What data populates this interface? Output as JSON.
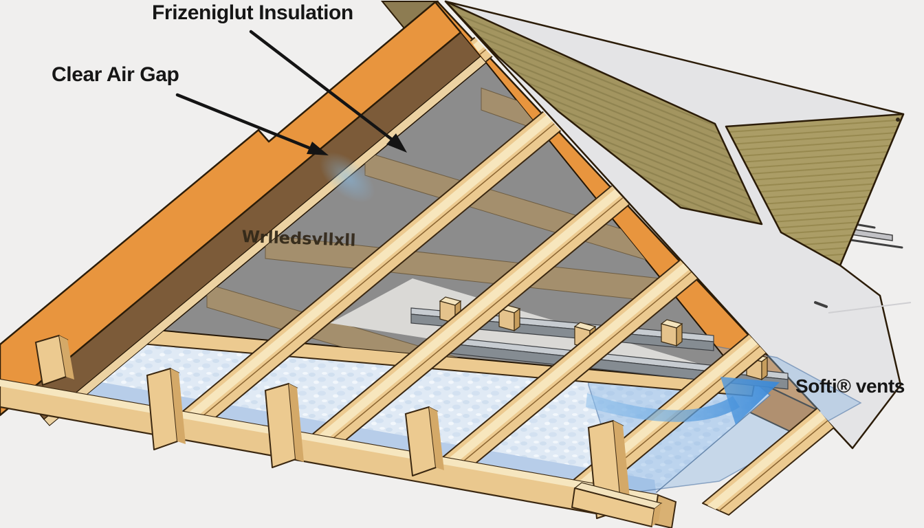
{
  "annotations": {
    "insulation_label": "Frizeniglut Insulation",
    "air_gap_label": "Clear Air Gap",
    "soffit_label": "Softi® vents",
    "membrane_print": "Wrlledsvllxll"
  },
  "colors": {
    "bg": "#f0efee",
    "ink": "#161616",
    "fascia-orange": "#e8953e",
    "fascia-orange-dark": "#cd7d2b",
    "underside-brown": "#7c5b39",
    "insulation-gray": "#8c8c8c",
    "batt-tan": "#a48f6d",
    "rafter-wood": "#ecca90",
    "rafter-highlight": "#f7e6bd",
    "shingle-khaki": "#a39560",
    "sheathing-white": "#e4e4e6",
    "floor-insulation-blue": "#e0eaf5",
    "floor-insulation-edge": "#b7cde9",
    "channel-gray": "#858c92",
    "airflow-blue": "#3787d7",
    "outline": "#2b1c08"
  }
}
